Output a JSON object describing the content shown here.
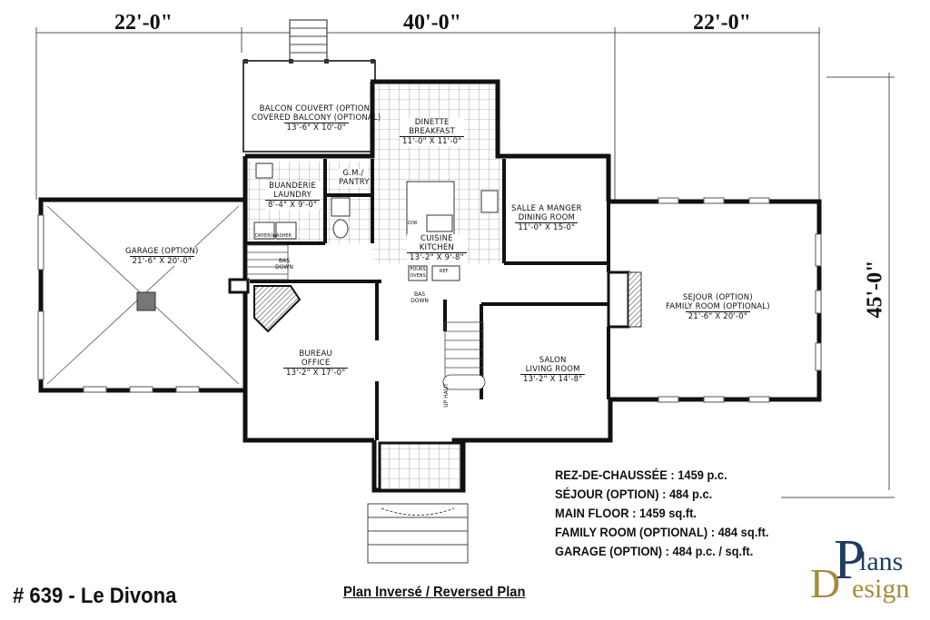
{
  "dimensions": {
    "top_left": "22'-0\"",
    "top_center": "40'-0\"",
    "top_right": "22'-0\"",
    "right_vertical": "45'-0\""
  },
  "rooms": {
    "balcony": {
      "fr": "BALCON COUVERT (OPTION)",
      "en": "COVERED BALCONY (OPTIONAL)",
      "size": "13'-6\" X 10'-0\""
    },
    "breakfast": {
      "fr": "DINETTE",
      "en": "BREAKFAST",
      "size": "11'-0\" X 11'-0\""
    },
    "laundry": {
      "fr": "BUANDERIE",
      "en": "LAUNDRY",
      "size": "8'-4\" X 9'-0\""
    },
    "pantry": {
      "label": "G.M./ PANTRY"
    },
    "kitchen": {
      "fr": "CUISINE",
      "en": "KITCHEN",
      "size": "13'-2\" X 9'-8\""
    },
    "dining": {
      "fr": "SALLE A MANGER",
      "en": "DINING ROOM",
      "size": "11'-0\" X 15-0\""
    },
    "garage": {
      "fr": "GARAGE (OPTION)",
      "size": "21'-6\" X 20'-0\""
    },
    "office": {
      "fr": "BUREAU",
      "en": "OFFICE",
      "size": "13'-2\" X 17'-0\""
    },
    "living": {
      "fr": "SALON",
      "en": "LIVING ROOM",
      "size": "13'-2\" X 14'-8\""
    },
    "family": {
      "fr": "SEJOUR (OPTION)",
      "en": "FAMILY ROOM (OPTIONAL)",
      "size": "21'-6\" X 20'-0\""
    }
  },
  "small_labels": {
    "bas_down_1": "BAS DOWN",
    "bas_down_2": "BAS DOWN",
    "up_haut": "UP HAUT",
    "four_ovens": "FOURS OVENS",
    "ref": "REF.",
    "dw": "D/W",
    "dryer_washer": "DRYER/WASHER"
  },
  "areas": [
    "REZ-DE-CHAUSSÉE : 1459 p.c.",
    "SÉJOUR (OPTION) : 484 p.c.",
    "MAIN FLOOR : 1459 sq.ft.",
    "FAMILY ROOM (OPTIONAL) : 484 sq.ft.",
    "GARAGE (OPTION) : 484 p.c. / sq.ft."
  ],
  "plan_title": "# 639 - Le Divona",
  "reversed_label": "Plan Inversé / Reversed Plan",
  "logo": {
    "p": "P",
    "lans": "lans",
    "d": "D",
    "esign": "esign",
    "primary_color": "#1f3c5e",
    "accent_color": "#a78a3c"
  }
}
